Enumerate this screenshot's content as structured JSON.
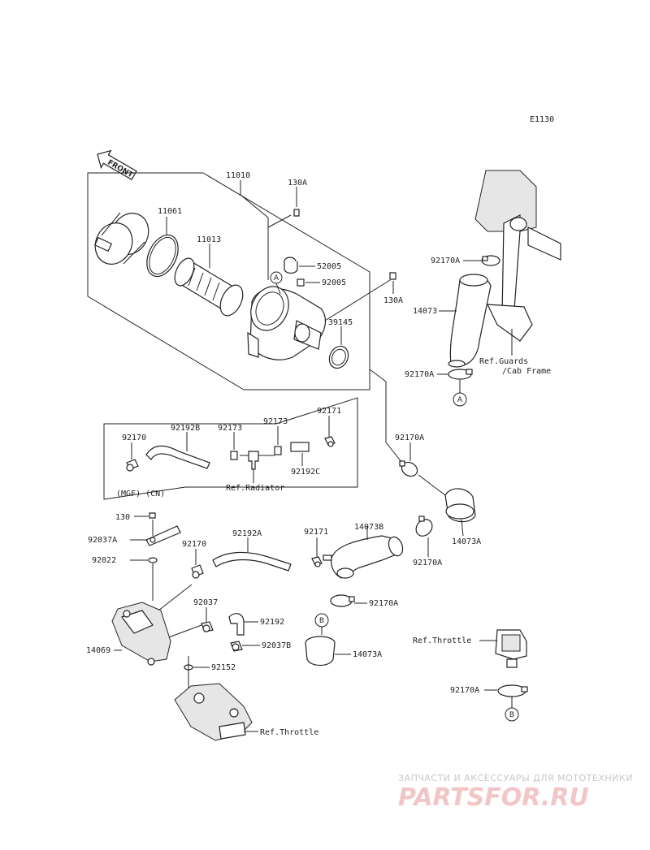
{
  "diagram": {
    "code": "E1130",
    "front_label": "FRONT",
    "parts": {
      "p11010": "11010",
      "p11061": "11061",
      "p11013": "11013",
      "p130A_top": "130A",
      "p52005": "52005",
      "p92005": "92005",
      "p130A_right": "130A",
      "p39145": "39145",
      "p92170A_1": "92170A",
      "p14073": "14073",
      "p92170A_2": "92170A",
      "p92171_top": "92171",
      "p92170_box": "92170",
      "p92192B": "92192B",
      "p92173_a": "92173",
      "p92173_b": "92173",
      "p92192C": "92192C",
      "p92170A_3": "92170A",
      "p130": "130",
      "p92037A": "92037A",
      "p92022": "92022",
      "p92170_main": "92170",
      "p92192A": "92192A",
      "p92171_main": "92171",
      "p14073B": "14073B",
      "p14073A_right": "14073A",
      "p92170A_4": "92170A",
      "p92170A_5": "92170A",
      "p92037": "92037",
      "p92192": "92192",
      "p92037B": "92037B",
      "p14069": "14069",
      "p92152": "92152",
      "p14073A_low": "14073A",
      "p92170A_6": "92170A"
    },
    "refs": {
      "guards": "Ref.Guards",
      "cab_frame": "/Cab Frame",
      "radiator": "Ref.Radiator",
      "throttle_right": "Ref.Throttle",
      "throttle_bottom": "Ref.Throttle"
    },
    "box_caption": "(MGF) (CN)",
    "markers": {
      "a1": "A",
      "a2": "A",
      "b1": "B",
      "b2": "B"
    }
  },
  "watermark": {
    "line1": "ЗАПЧАСТИ И АКСЕССУАРЫ ДЛЯ МОТОТЕХНИКИ",
    "line2": "PARTSFOR.RU"
  }
}
